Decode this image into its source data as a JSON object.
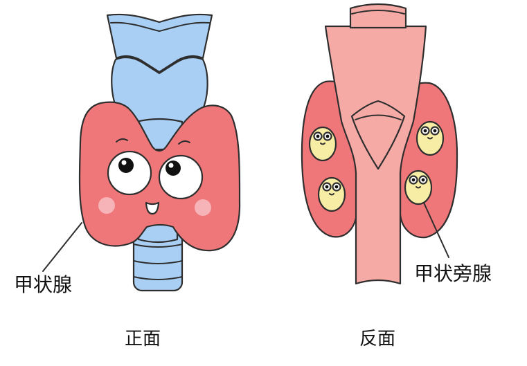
{
  "front_view": {
    "caption": "正面",
    "label": "甲状腺"
  },
  "back_view": {
    "caption": "反面",
    "label": "甲状旁腺"
  },
  "colors": {
    "thyroid": "#f07779",
    "trachea_front": "#a9cff4",
    "trachea_back": "#f6aaa6",
    "parathyroid": "#f8eda5",
    "cheek": "#f7b4b8",
    "eye_white": "#ffffff",
    "pupil": "#111111"
  }
}
